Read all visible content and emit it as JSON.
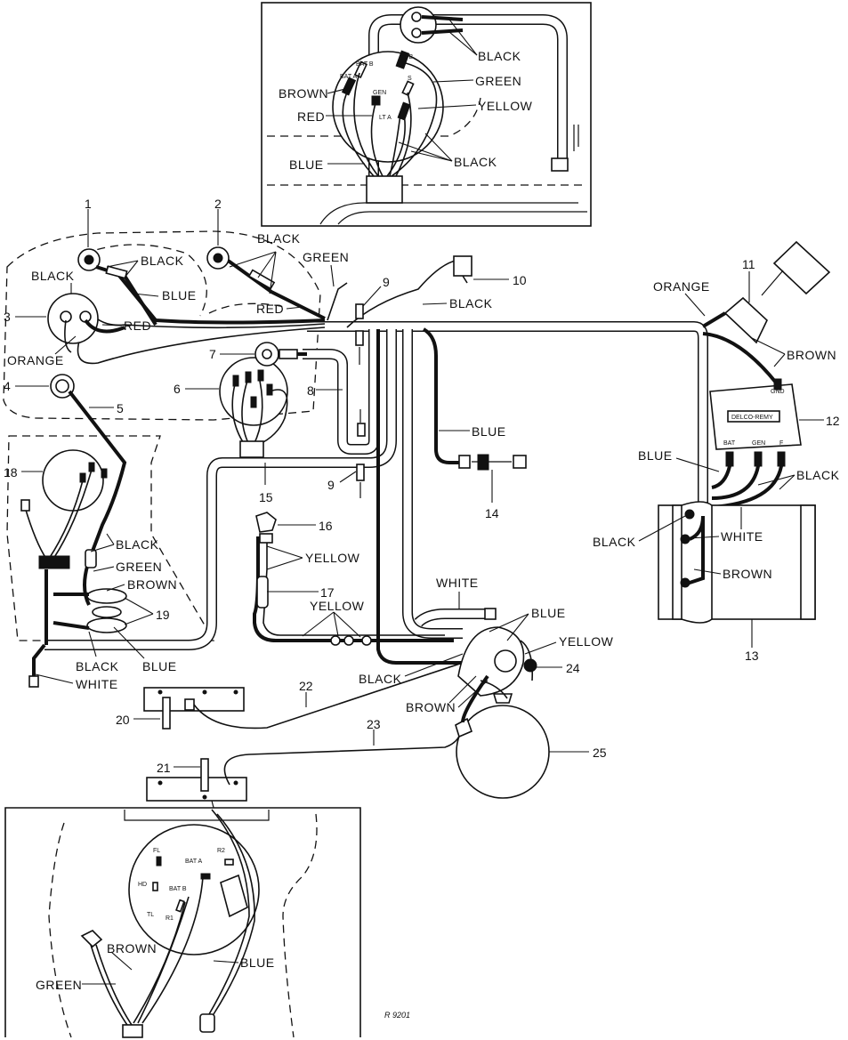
{
  "diagram": {
    "reference_id": "R 9201",
    "colors": {
      "ink": "#111111",
      "paper": "#ffffff"
    },
    "top_inset": {
      "labels": {
        "black_1": "BLACK",
        "green": "GREEN",
        "brown": "BROWN",
        "yellow": "YELLOW",
        "red": "RED",
        "black_2": "BLACK",
        "blue": "BLUE"
      },
      "terminals": [
        "LT B",
        "BAT B",
        "BAT A",
        "GEN",
        "S",
        "LT A"
      ]
    },
    "main": {
      "callouts": [
        "1",
        "2",
        "3",
        "4",
        "5",
        "6",
        "7",
        "8",
        "9",
        "9",
        "10",
        "11",
        "12",
        "13",
        "14",
        "15",
        "16",
        "17",
        "18",
        "19",
        "20",
        "21",
        "22",
        "23",
        "24",
        "25"
      ],
      "wire_labels": {
        "c1_black": "BLACK",
        "c2_black": "BLACK",
        "c3_black": "BLACK",
        "c3_orange": "ORANGE",
        "c1_blue": "BLUE",
        "c1_red": "RED",
        "c2_red": "RED",
        "c2_green": "GREEN",
        "c10_black": "BLACK",
        "c11_orange": "ORANGE",
        "c11_brown": "BROWN",
        "c14_blue": "BLUE",
        "c12_blue": "BLUE",
        "c12_black": "BLACK",
        "c13_black": "BLACK",
        "c13_white": "WHITE",
        "c13_brown": "BROWN",
        "c18_black": "BLACK",
        "c18_green": "GREEN",
        "c18_brown": "BROWN",
        "c18_black_low": "BLACK",
        "c18_blue_low": "BLUE",
        "c18_white": "WHITE",
        "c16_yellow": "YELLOW",
        "c17_yellow": "YELLOW",
        "c24_white": "WHITE",
        "c24_blue": "BLUE",
        "c24_yellow": "YELLOW",
        "c24_black": "BLACK",
        "c24_brown": "BROWN"
      },
      "regulator_label": "DELCO-REMY",
      "regulator_terminals": [
        "GND",
        "BAT",
        "GEN",
        "F"
      ]
    },
    "bottom_inset": {
      "labels": {
        "brown": "BROWN",
        "blue": "BLUE",
        "green": "GREEN"
      },
      "terminals": [
        "FL",
        "BAT A",
        "R2",
        "HD",
        "BAT B",
        "TL",
        "R1"
      ]
    }
  }
}
